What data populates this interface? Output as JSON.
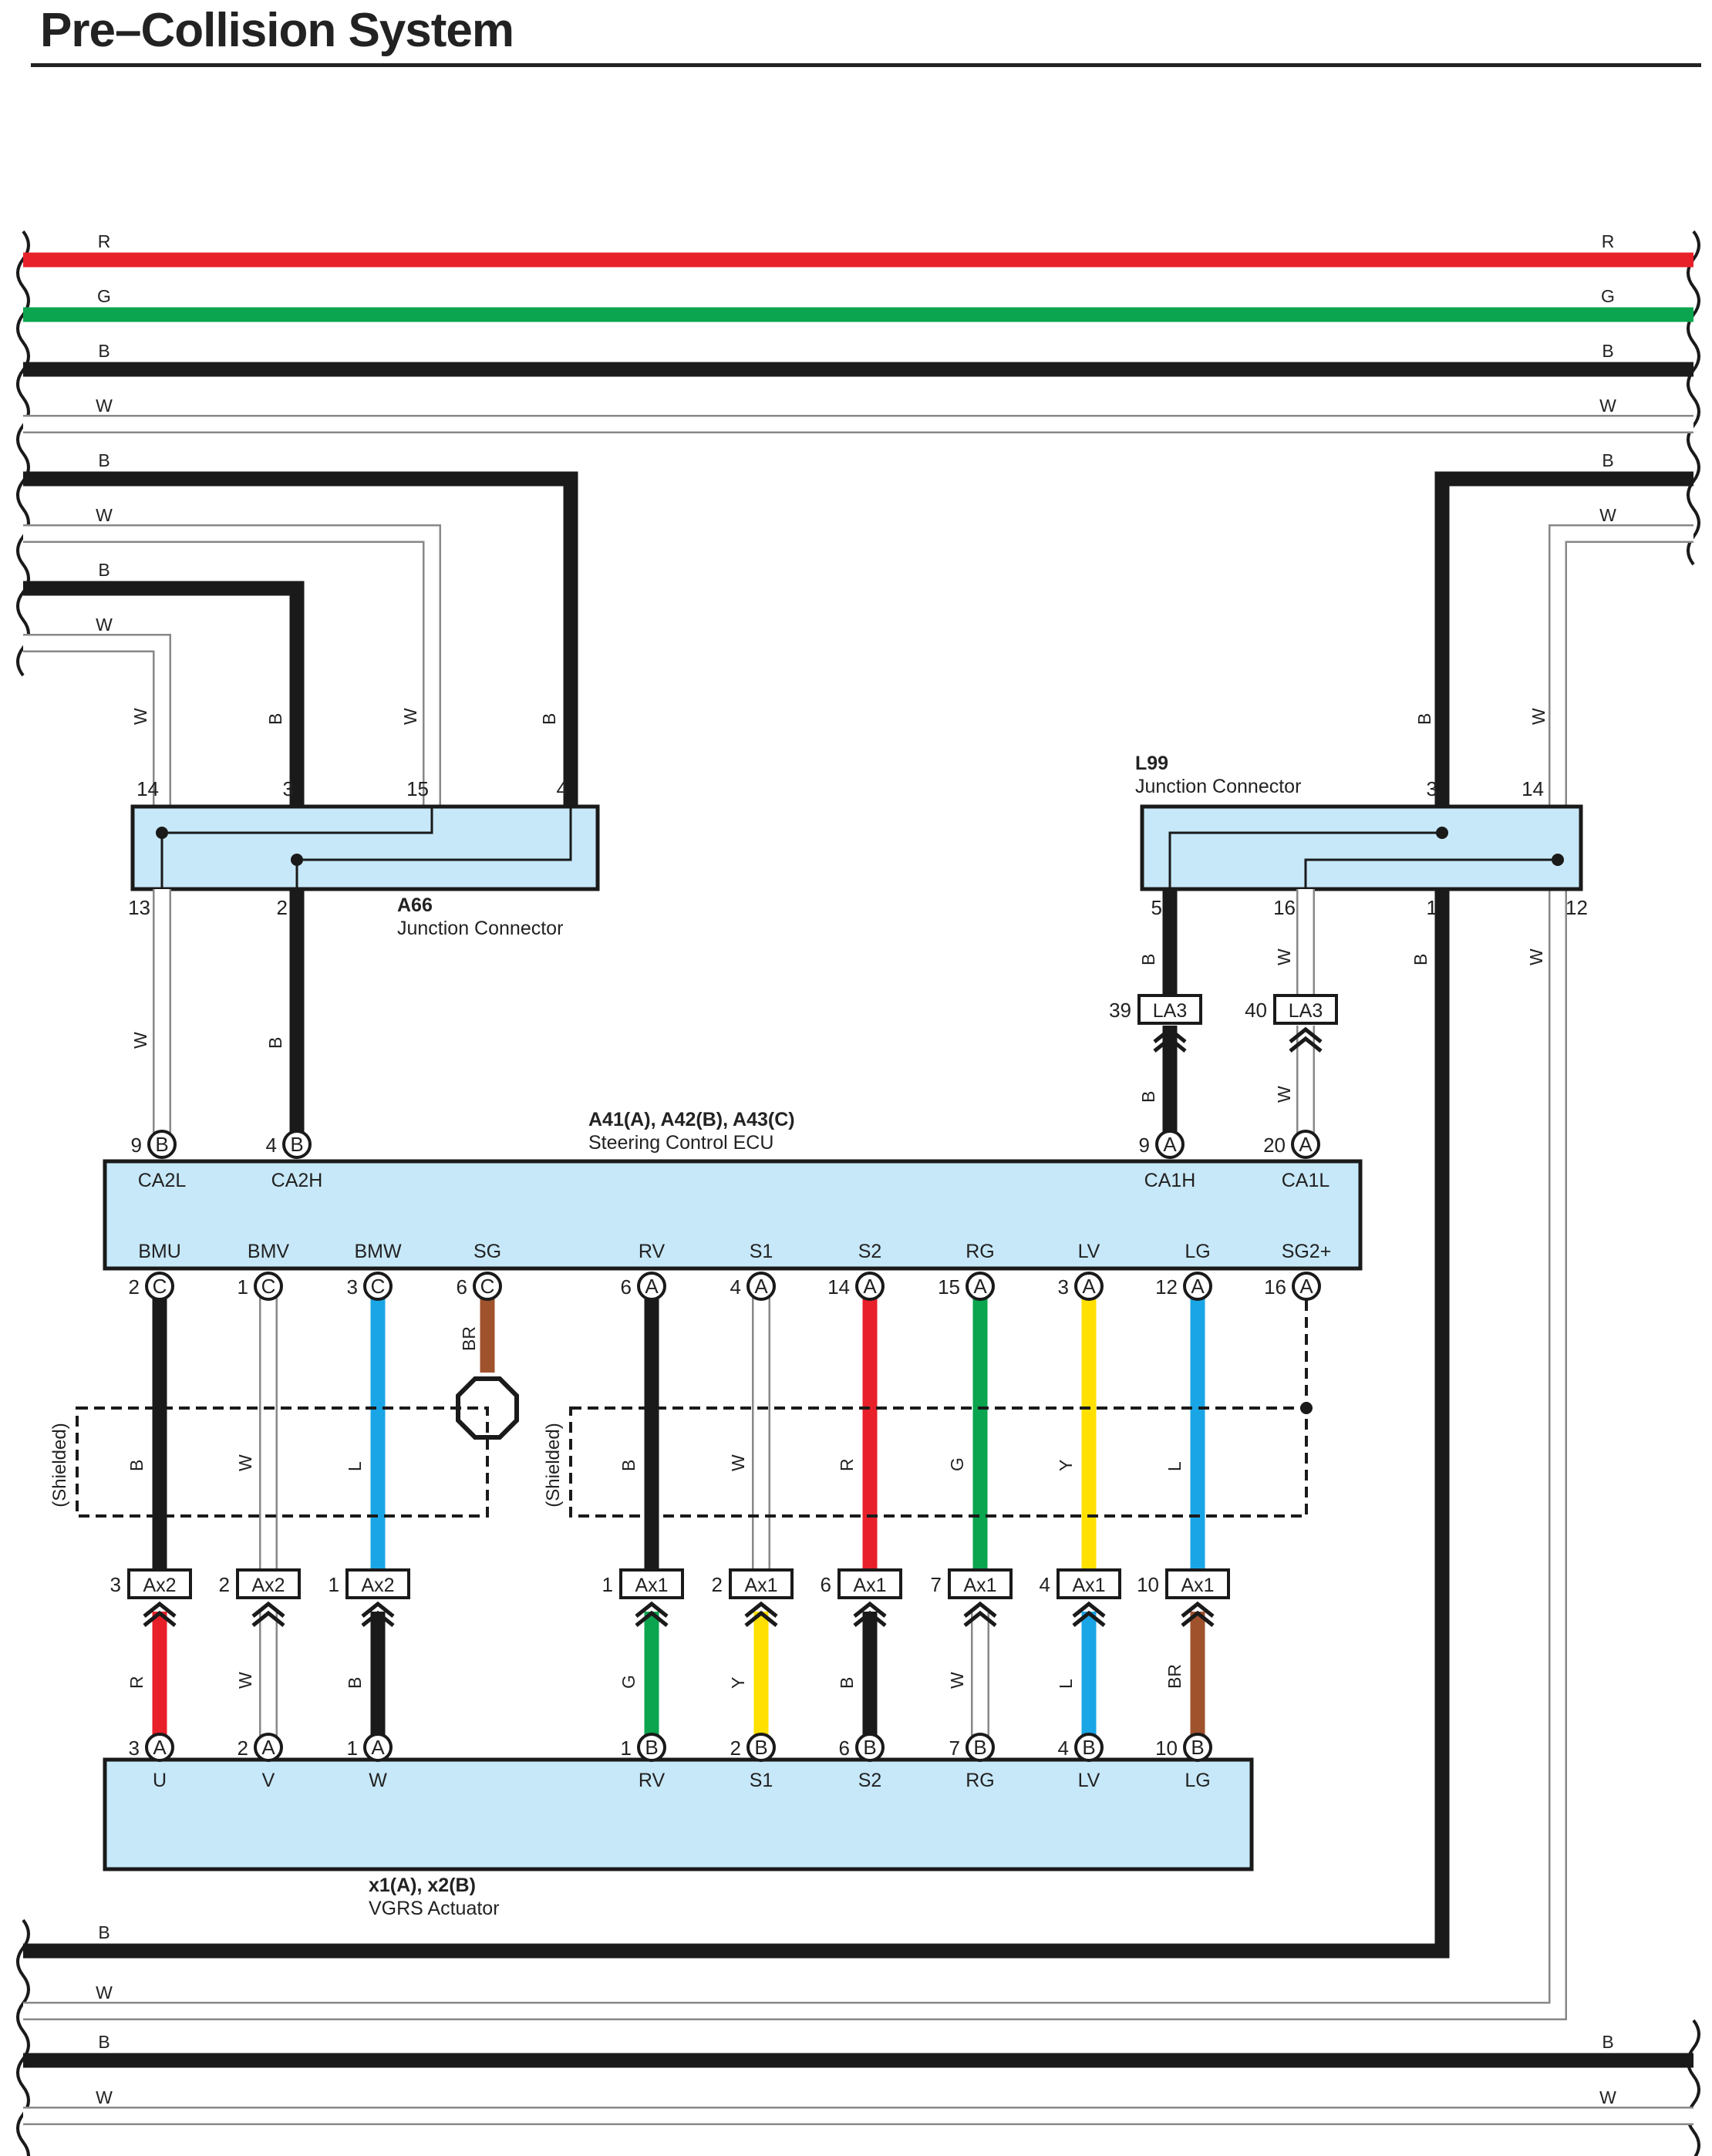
{
  "title": "Pre–Collision System",
  "colors": {
    "R": "#e8202a",
    "G": "#0aa54e",
    "B": "#1a1a1a",
    "W": "#ffffff",
    "L": "#1aa6e6",
    "Y": "#ffe000",
    "BR": "#a0522d",
    "box": "#c7e8f8"
  },
  "buses": [
    {
      "color": "R",
      "left_label": "R",
      "right_label": "R"
    },
    {
      "color": "G",
      "left_label": "G",
      "right_label": "G"
    },
    {
      "color": "B",
      "left_label": "B",
      "right_label": "B"
    },
    {
      "color": "W",
      "left_label": "W",
      "right_label": "W"
    },
    {
      "color": "B",
      "left_label": "B",
      "right_label": "B"
    },
    {
      "color": "W",
      "left_label": "W",
      "right_label": "W"
    },
    {
      "color": "B",
      "left_label": "B",
      "right_label": ""
    },
    {
      "color": "W",
      "left_label": "W",
      "right_label": ""
    }
  ],
  "bottom_buses": [
    {
      "color": "B",
      "left_label": "B",
      "right_label": ""
    },
    {
      "color": "W",
      "left_label": "W",
      "right_label": ""
    },
    {
      "color": "B",
      "left_label": "B",
      "right_label": "B"
    },
    {
      "color": "W",
      "left_label": "W",
      "right_label": "W"
    }
  ],
  "a66": {
    "code": "A66",
    "name": "Junction Connector",
    "top_pins": [
      "14",
      "3",
      "15",
      "4"
    ],
    "bottom_pins": [
      "13",
      "2"
    ],
    "top_wire_labels": [
      "W",
      "B",
      "W",
      "B"
    ],
    "bottom_wire_labels": [
      "W",
      "B"
    ]
  },
  "l99": {
    "code": "L99",
    "name": "Junction Connector",
    "top_pins": [
      "3",
      "14"
    ],
    "bottom_pins": [
      "5",
      "16",
      "1",
      "12"
    ],
    "top_wire_labels": [
      "B",
      "W"
    ],
    "bottom_wire_labels": [
      "B",
      "W",
      "B",
      "W"
    ]
  },
  "la3": [
    {
      "pin": "39",
      "conn": "LA3",
      "wire_above": "B",
      "wire_below": "B"
    },
    {
      "pin": "40",
      "conn": "LA3",
      "wire_above": "W",
      "wire_below": "W"
    }
  ],
  "ecu": {
    "code": "A41(A), A42(B), A43(C)",
    "name": "Steering Control ECU",
    "top_terminals": [
      {
        "pin": "9",
        "conn": "B",
        "label": "CA2L",
        "wire": "W"
      },
      {
        "pin": "4",
        "conn": "B",
        "label": "CA2H",
        "wire": "B"
      },
      {
        "pin": "9",
        "conn": "A",
        "label": "CA1H",
        "wire": "B"
      },
      {
        "pin": "20",
        "conn": "A",
        "label": "CA1L",
        "wire": "W"
      }
    ],
    "bottom_terminals": [
      {
        "pin": "2",
        "conn": "C",
        "label": "BMU",
        "wire": "B"
      },
      {
        "pin": "1",
        "conn": "C",
        "label": "BMV",
        "wire": "W"
      },
      {
        "pin": "3",
        "conn": "C",
        "label": "BMW",
        "wire": "L"
      },
      {
        "pin": "6",
        "conn": "C",
        "label": "SG",
        "wire": "BR"
      },
      {
        "pin": "6",
        "conn": "A",
        "label": "RV",
        "wire": "B"
      },
      {
        "pin": "4",
        "conn": "A",
        "label": "S1",
        "wire": "W"
      },
      {
        "pin": "14",
        "conn": "A",
        "label": "S2",
        "wire": "R"
      },
      {
        "pin": "15",
        "conn": "A",
        "label": "RG",
        "wire": "G"
      },
      {
        "pin": "3",
        "conn": "A",
        "label": "LV",
        "wire": "Y"
      },
      {
        "pin": "12",
        "conn": "A",
        "label": "LG",
        "wire": "L"
      },
      {
        "pin": "16",
        "conn": "A",
        "label": "SG2+",
        "wire": ""
      }
    ]
  },
  "shielded_label": "(Shielded)",
  "ax_connectors": [
    {
      "pin": "3",
      "conn": "Ax2",
      "wire_below": "R"
    },
    {
      "pin": "2",
      "conn": "Ax2",
      "wire_below": "W"
    },
    {
      "pin": "1",
      "conn": "Ax2",
      "wire_below": "B"
    },
    {
      "pin": "1",
      "conn": "Ax1",
      "wire_below": "G"
    },
    {
      "pin": "2",
      "conn": "Ax1",
      "wire_below": "Y"
    },
    {
      "pin": "6",
      "conn": "Ax1",
      "wire_below": "B"
    },
    {
      "pin": "7",
      "conn": "Ax1",
      "wire_below": "W"
    },
    {
      "pin": "4",
      "conn": "Ax1",
      "wire_below": "L"
    },
    {
      "pin": "10",
      "conn": "Ax1",
      "wire_below": "BR"
    }
  ],
  "actuator": {
    "code": "x1(A), x2(B)",
    "name": "VGRS Actuator",
    "terminals": [
      {
        "pin": "3",
        "conn": "A",
        "label": "U"
      },
      {
        "pin": "2",
        "conn": "A",
        "label": "V"
      },
      {
        "pin": "1",
        "conn": "A",
        "label": "W"
      },
      {
        "pin": "1",
        "conn": "B",
        "label": "RV"
      },
      {
        "pin": "2",
        "conn": "B",
        "label": "S1"
      },
      {
        "pin": "6",
        "conn": "B",
        "label": "S2"
      },
      {
        "pin": "7",
        "conn": "B",
        "label": "RG"
      },
      {
        "pin": "4",
        "conn": "B",
        "label": "LV"
      },
      {
        "pin": "10",
        "conn": "B",
        "label": "LG"
      }
    ]
  }
}
